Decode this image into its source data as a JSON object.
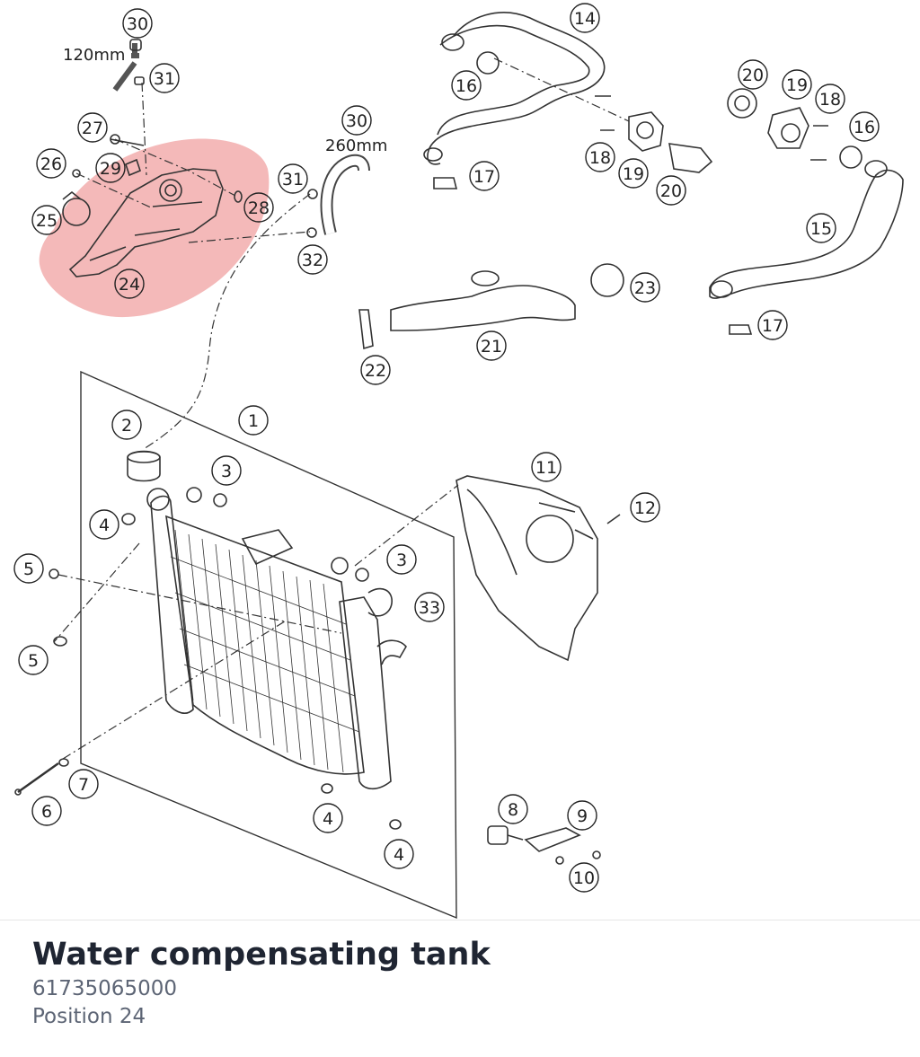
{
  "part": {
    "title": "Water compensating tank",
    "number": "61735065000",
    "position": "Position 24"
  },
  "dimensions": [
    "120mm",
    "260mm"
  ],
  "callouts": [
    "30",
    "31",
    "27",
    "26",
    "29",
    "25",
    "28",
    "24",
    "31",
    "30",
    "32",
    "14",
    "16",
    "17",
    "20",
    "19",
    "18",
    "16",
    "18",
    "19",
    "20",
    "15",
    "17",
    "23",
    "21",
    "22",
    "2",
    "1",
    "3",
    "4",
    "5",
    "5",
    "3",
    "33",
    "11",
    "12",
    "6",
    "7",
    "4",
    "4",
    "8",
    "9",
    "10"
  ],
  "colors": {
    "highlight": "#f0a1a1",
    "line": "#333333",
    "title": "#1f2532",
    "subtitle": "#5d6575"
  }
}
